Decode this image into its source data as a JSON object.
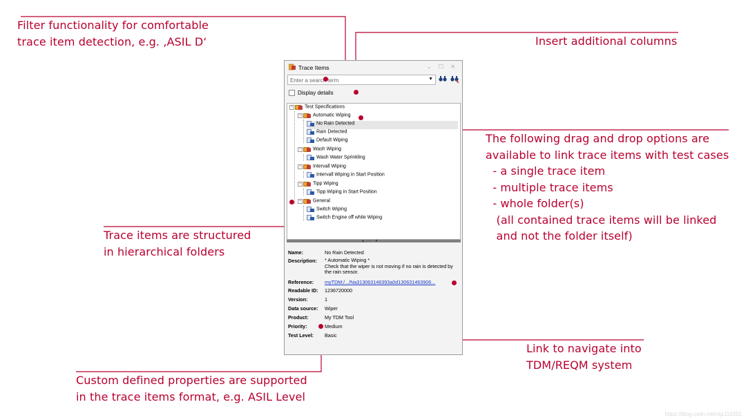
{
  "callouts": {
    "filter": "Filter functionality for comfortable\ntrace item detection, e.g. ‚ASIL D‘",
    "columns": "Insert additional columns",
    "dragdrop": "The following drag and drop options are\navailable to link trace items with test cases\n  - a single trace item\n  - multiple trace items\n  - whole folder(s)\n   (all contained trace items will be linked\n   and not the folder itself)",
    "hierarchy": "Trace items are structured\nin hierarchical folders",
    "link": "Link to navigate into\nTDM/REQM system",
    "custom": "Custom defined properties are supported\nin the trace items format, e.g. ASIL Level"
  },
  "panel": {
    "title": "Trace Items",
    "window_controls": "⌄ ☐ ✕",
    "search_placeholder": "Enter a search term",
    "display_details_label": "Display details",
    "splitter_grip": "▲ ······· ▼"
  },
  "tree": {
    "root": "Test Specifications",
    "folders": [
      {
        "label": "Automatic Wiping",
        "items": [
          "No Rain Detected",
          "Rain Detected",
          "Default Wiping"
        ]
      },
      {
        "label": "Wash Wiping",
        "items": [
          "Wash Water Sprinkling"
        ]
      },
      {
        "label": "Intervall Wiping",
        "items": [
          "Intervall Wiping in Start Position"
        ]
      },
      {
        "label": "Tipp Wiping",
        "items": [
          "Tipp Wiping in Start Position"
        ]
      },
      {
        "label": "General",
        "items": [
          "Switch Wiping",
          "Switch Engine off while Wiping"
        ]
      }
    ],
    "selected_item": "No Rain Detected"
  },
  "details": {
    "name_label": "Name:",
    "name_value": "No Rain Detected",
    "description_label": "Description:",
    "description_value": "* Automatic Wiping *\nCheck that the wiper is not moving if no rain is detected by the rain sensor.",
    "reference_label": "Reference:",
    "reference_value": "myTDM:/.../Na313063146393a0d130631463906...",
    "readable_id_label": "Readable ID:",
    "readable_id_value": "1236720000",
    "version_label": "Version:",
    "version_value": "1",
    "data_source_label": "Data source:",
    "data_source_value": "Wiper",
    "product_label": "Product:",
    "product_value": "My TDM Tool",
    "priority_label": "Priority:",
    "priority_value": "Medium",
    "test_level_label": "Test Level:",
    "test_level_value": "Basic"
  },
  "colors": {
    "accent": "#b8002e",
    "link": "#1a37c8"
  },
  "watermark": "https://blog.csdn.net/vijz110201"
}
